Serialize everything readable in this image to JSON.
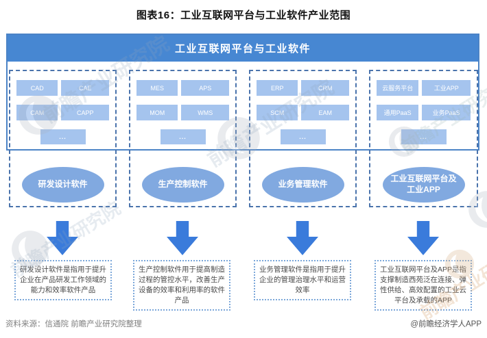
{
  "page_title": "图表16：工业互联网平台与工业软件产业范围",
  "diagram": {
    "header": "工业互联网平台与工业软件",
    "columns": [
      {
        "boxes": [
          "CAD",
          "CAE",
          "CAM",
          "CAPP"
        ],
        "more": "...",
        "category": "研发设计软件",
        "description": "研发设计软件是指用于提升企业在产品研发工作领域的能力和效率软件产品"
      },
      {
        "boxes": [
          "MES",
          "APS",
          "MOM",
          "WMS"
        ],
        "more": "...",
        "category": "生产控制软件",
        "description": "生产控制软件用于提高制造过程的管控水平，改善生产设备的效率和利用率的软件产品"
      },
      {
        "boxes": [
          "ERP",
          "CRM",
          "SCM",
          "EAM"
        ],
        "more": "...",
        "category": "业务管理软件",
        "description": "业务管理软件是指用于提升企业的管理治理水平和运营效率"
      },
      {
        "boxes": [
          "云服务平台",
          "工业APP",
          "通用PaaS",
          "业务PaaS"
        ],
        "more": "...",
        "category": "工业互联网平台及工业APP",
        "description": "工业互联网平台及APP是指支撑制造西苑泛在连接、弹性供给、高效配置的工业云平台及承载的APP"
      }
    ]
  },
  "footer": {
    "source": "资料来源：信通院 前瞻产业研究院整理",
    "credit": "@前瞻经济学人APP"
  },
  "watermark": {
    "text": "前瞻产业研究院"
  },
  "colors": {
    "header_blue": "#4787d2",
    "small_box_blue": "#a5c4ee",
    "ellipse_blue": "#81a9e0",
    "arrow_blue": "#3a7bdb",
    "dashed_border_blue": "#4a73ac"
  }
}
